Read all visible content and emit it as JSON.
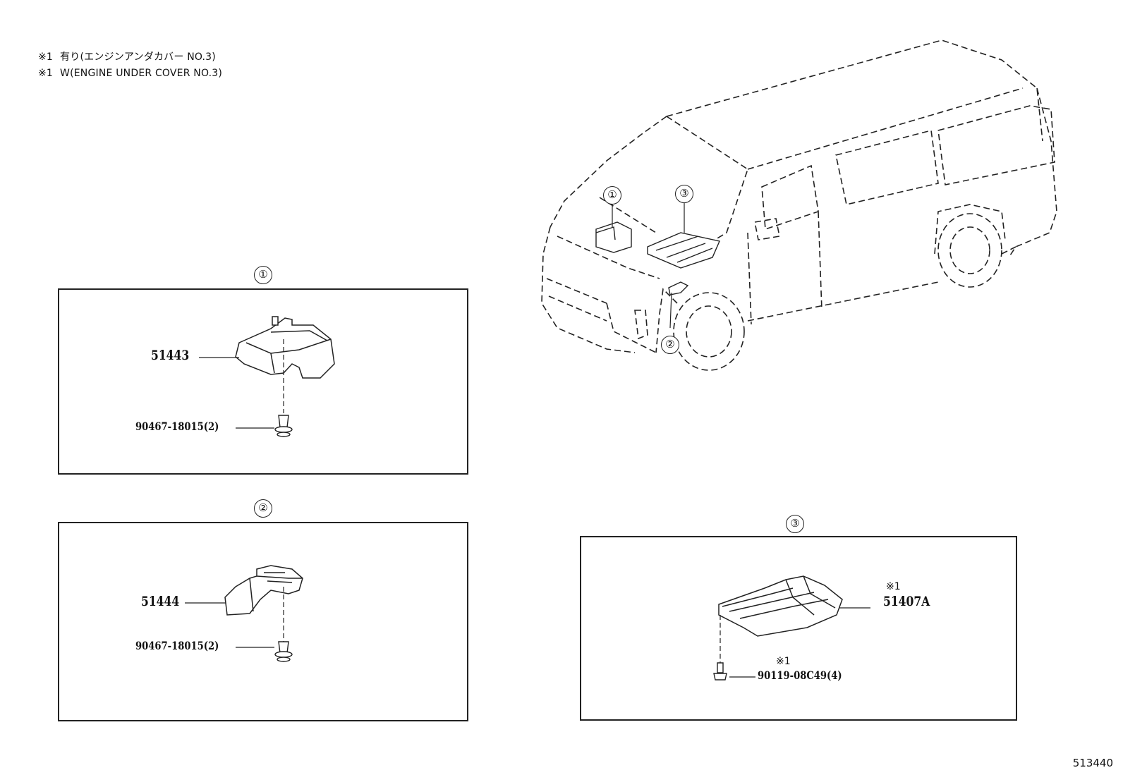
{
  "notes": [
    {
      "mark": "※1",
      "text": "有り(エンジンアンダカバー NO.3)"
    },
    {
      "mark": "※1",
      "text": "W(ENGINE UNDER COVER NO.3)"
    }
  ],
  "panels": [
    {
      "number": "①",
      "part": "51443",
      "fastener": "90467-18015(2)"
    },
    {
      "number": "②",
      "part": "51444",
      "fastener": "90467-18015(2)"
    },
    {
      "number": "③",
      "part": "51407A",
      "part_note": "※1",
      "fastener": "90119-08C49(4)",
      "fastener_note": "※1"
    }
  ],
  "vehicle_callouts": [
    "①",
    "②",
    "③"
  ],
  "figure_code": "513440"
}
